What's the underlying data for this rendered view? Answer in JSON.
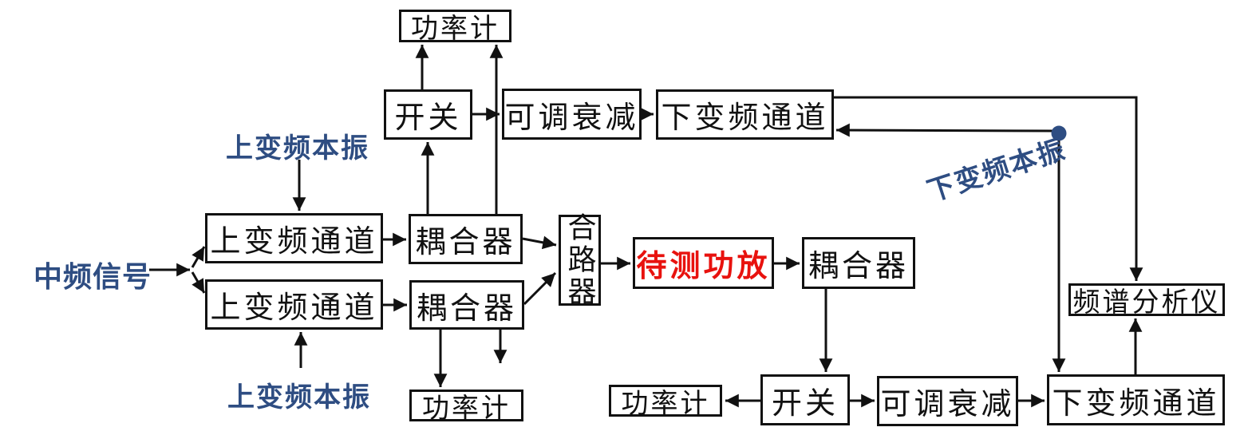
{
  "diagram": {
    "description": "RF power-amplifier test setup block diagram",
    "colors": {
      "line": "#111111",
      "box_border": "#111111",
      "box_background": "#ffffff",
      "label_blue": "#2e4d82",
      "dut_red": "#e8120e",
      "lo_dot_blue": "#2e4d82"
    },
    "nodes": {
      "pm_top": {
        "label": "功率计"
      },
      "sw_top": {
        "label": "开关"
      },
      "att_top": {
        "label": "可调衰减"
      },
      "dc_top": {
        "label": "下变频通道"
      },
      "uc_top": {
        "label": "上变频通道"
      },
      "uc_bot": {
        "label": "上变频通道"
      },
      "cp_top": {
        "label": "耦合器"
      },
      "cp_bot": {
        "label": "耦合器"
      },
      "combiner": {
        "label": "合路器"
      },
      "dut": {
        "label": "待测功放"
      },
      "cp_right": {
        "label": "耦合器"
      },
      "pm_left": {
        "label": "功率计"
      },
      "pm_mid": {
        "label": "功率计"
      },
      "sw_bot": {
        "label": "开关"
      },
      "att_bot": {
        "label": "可调衰减"
      },
      "dc_bot": {
        "label": "下变频通道"
      },
      "sa": {
        "label": "频谱分析仪"
      }
    },
    "labels": {
      "if_signal": {
        "label": "中频信号"
      },
      "lo_up_top": {
        "label": "上变频本振"
      },
      "lo_up_bot": {
        "label": "上变频本振"
      },
      "lo_down": {
        "label": "下变频本振"
      }
    }
  }
}
